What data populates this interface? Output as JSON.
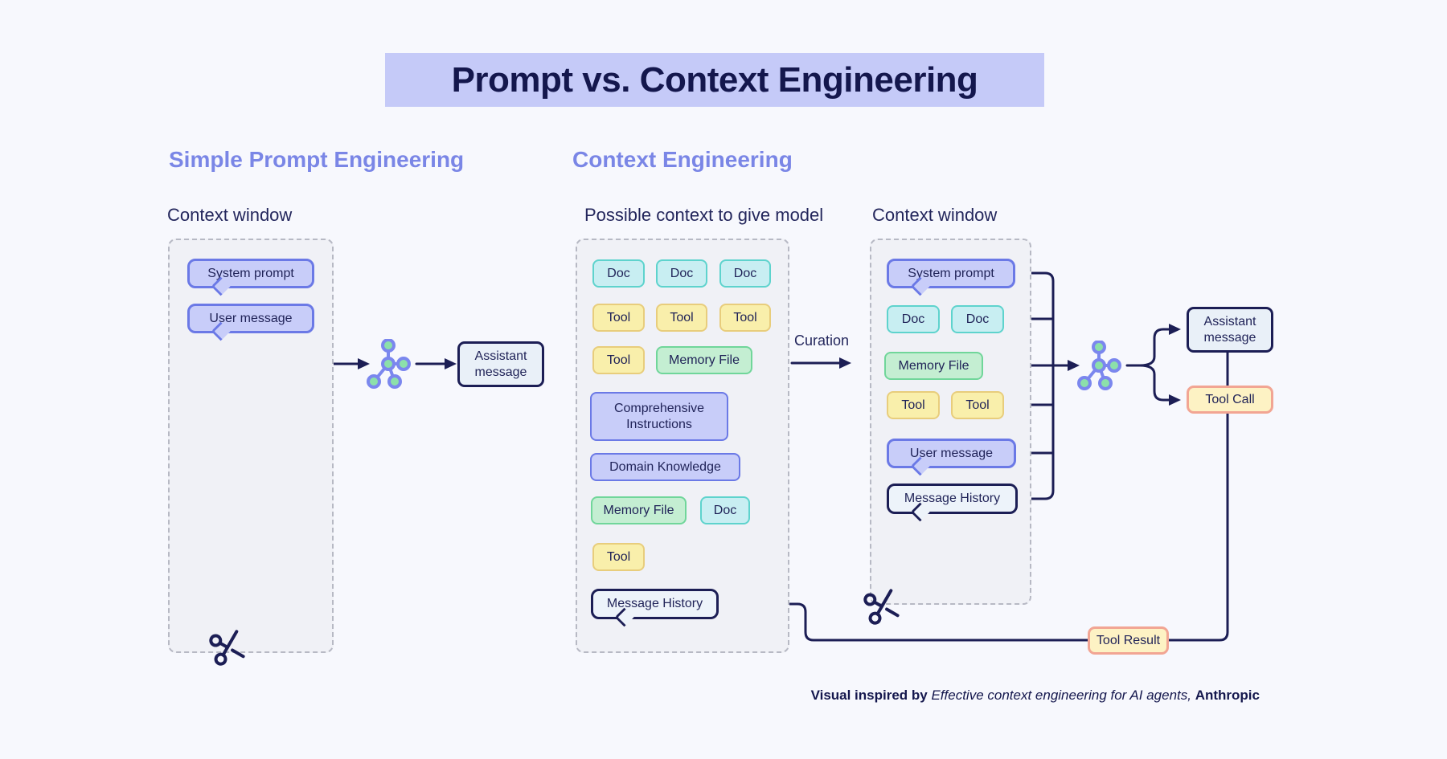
{
  "title": {
    "text": "Prompt vs. Context Engineering"
  },
  "colors": {
    "background": "#f7f8fd",
    "title_highlight": "#c5caf8",
    "heading_periwinkle": "#7a86e6",
    "navy_ink": "#1c1e55",
    "lavender_fill": "#c8cdf9",
    "lavender_border": "#6b79e6",
    "doc_fill": "#c8eef2",
    "doc_border": "#5ed3cd",
    "tool_fill": "#f9efab",
    "tool_border": "#e8cd7c",
    "memory_fill": "#c4eed2",
    "memory_border": "#70d69a",
    "output_fill": "#e9f0f8",
    "warm_fill": "#fdf2c4",
    "warm_border": "#f2a593",
    "node_green": "#8ce0aa",
    "node_ring": "#7b87ee"
  },
  "icons": {
    "network": "model-network-icon",
    "scissors": "scissors-icon"
  },
  "left": {
    "heading": "Simple Prompt Engineering",
    "window_label": "Context window",
    "system_prompt": "System prompt",
    "user_message": "User message",
    "assistant_message": "Assistant message"
  },
  "middle": {
    "heading": "Context Engineering",
    "label": "Possible context to give model",
    "curation": "Curation",
    "chips": [
      {
        "label": "Doc"
      },
      {
        "label": "Doc"
      },
      {
        "label": "Doc"
      },
      {
        "label": "Tool"
      },
      {
        "label": "Tool"
      },
      {
        "label": "Tool"
      },
      {
        "label": "Tool"
      },
      {
        "label": "Memory File"
      },
      {
        "label": "Comprehensive Instructions"
      },
      {
        "label": "Domain Knowledge"
      },
      {
        "label": "Memory File"
      },
      {
        "label": "Doc"
      },
      {
        "label": "Tool"
      },
      {
        "label": "Message History"
      }
    ]
  },
  "right": {
    "window_label": "Context window",
    "chips": [
      {
        "label": "System prompt"
      },
      {
        "label": "Doc"
      },
      {
        "label": "Doc"
      },
      {
        "label": "Memory File"
      },
      {
        "label": "Tool"
      },
      {
        "label": "Tool"
      },
      {
        "label": "User message"
      },
      {
        "label": "Message History"
      }
    ]
  },
  "outputs": {
    "assistant_message": "Assistant message",
    "tool_call": "Tool Call",
    "tool_result": "Tool Result"
  },
  "footer": {
    "prefix": "Visual inspired by ",
    "italic": "Effective context engineering for AI agents",
    "separator": ", ",
    "suffix": "Anthropic"
  }
}
